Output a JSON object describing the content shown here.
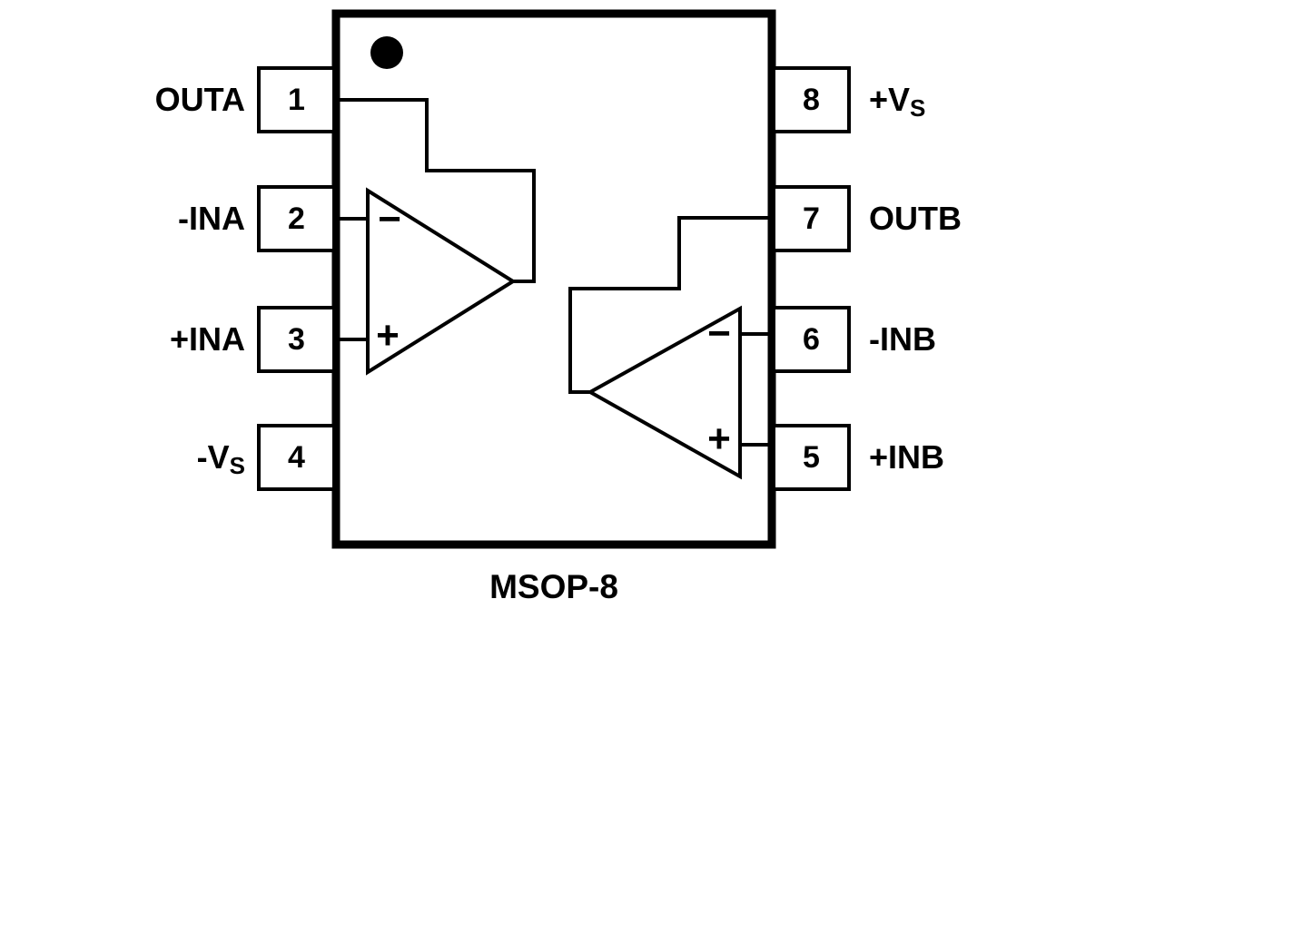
{
  "diagram": {
    "package_label": "MSOP-8",
    "colors": {
      "line": "#000000",
      "background": "#ffffff"
    },
    "left_pins": [
      {
        "number": "1",
        "label": "OUTA"
      },
      {
        "number": "2",
        "label": "-INA"
      },
      {
        "number": "3",
        "label": "+INA"
      },
      {
        "number": "4",
        "label_main": "-V",
        "label_sub": "S"
      }
    ],
    "right_pins": [
      {
        "number": "8",
        "label_main": "+V",
        "label_sub": "S"
      },
      {
        "number": "7",
        "label": "OUTB"
      },
      {
        "number": "6",
        "label": "-INB"
      },
      {
        "number": "5",
        "label": "+INB"
      }
    ],
    "opamp_a": {
      "minus_label": "−",
      "plus_label": "+"
    },
    "opamp_b": {
      "minus_label": "−",
      "plus_label": "+"
    }
  }
}
